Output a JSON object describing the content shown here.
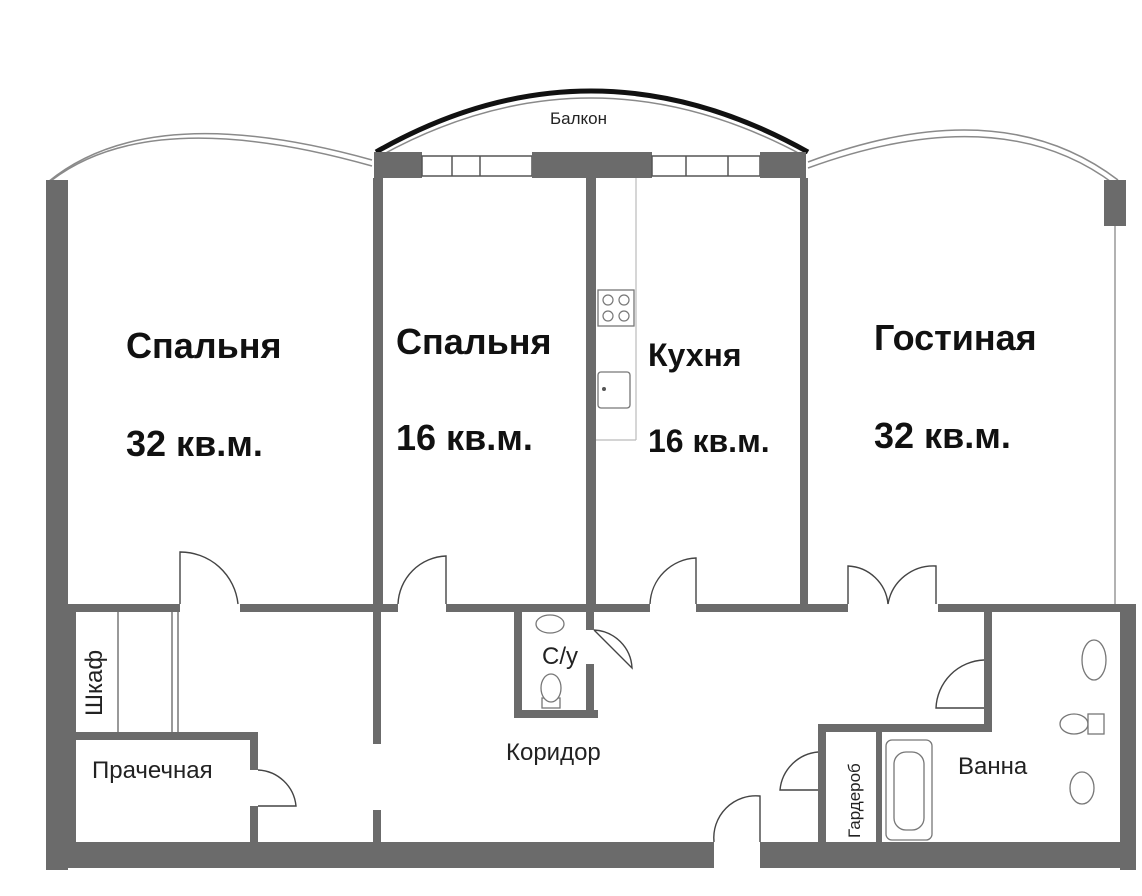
{
  "rooms": {
    "balcony": "Балкон",
    "bedroom1_name": "Спальня",
    "bedroom1_area": "32 кв.м.",
    "bedroom2_name": "Спальня",
    "bedroom2_area": "16 кв.м.",
    "kitchen_name": "Кухня",
    "kitchen_area": "16 кв.м.",
    "living_name": "Гостиная",
    "living_area": "32 кв.м.",
    "closet": "Шкаф",
    "laundry": "Прачечная",
    "wc": "С/у",
    "corridor": "Коридор",
    "wardrobe": "Гардероб",
    "bathroom": "Ванна"
  },
  "colors": {
    "wall": "#6b6b6b",
    "text": "#111111"
  }
}
